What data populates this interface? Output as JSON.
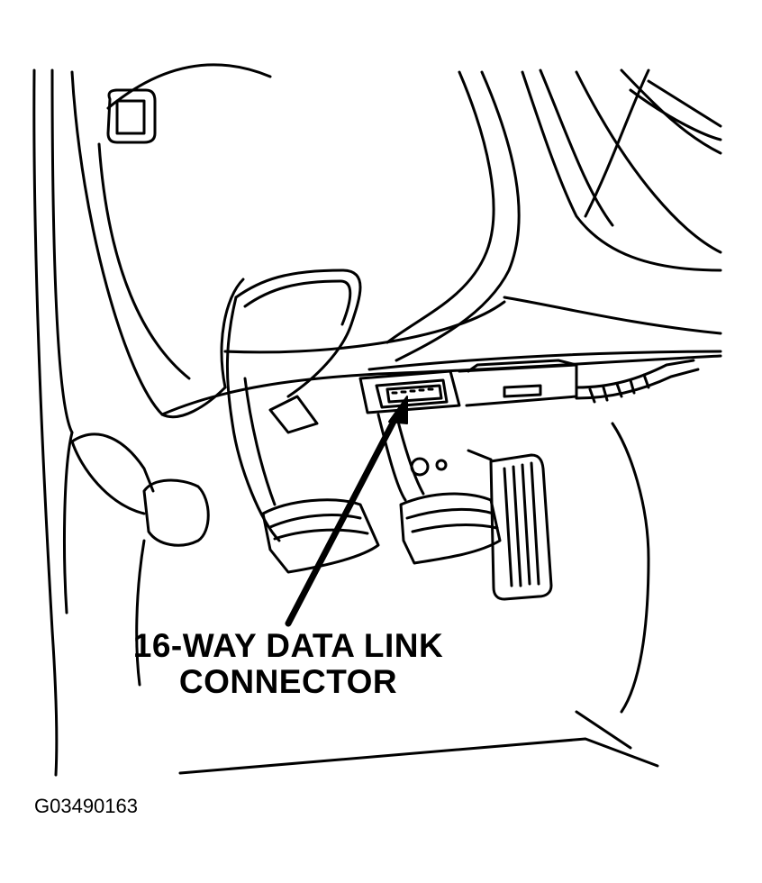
{
  "callout": {
    "line1": "16-WAY DATA LINK",
    "line2": "CONNECTOR"
  },
  "figure_code": "G03490163",
  "colors": {
    "ink": "#000000",
    "paper": "#ffffff"
  }
}
